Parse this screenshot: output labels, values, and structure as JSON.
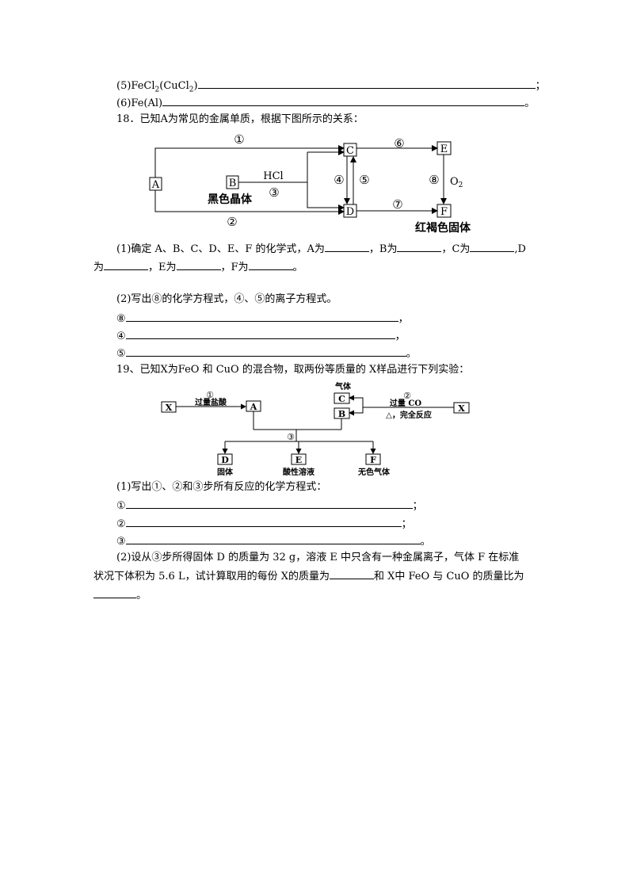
{
  "q17": {
    "item5_prefix": "(5)FeCl",
    "item5_sub1": "2",
    "item5_mid": "(CuCl",
    "item5_sub2": "2",
    "item5_close": ")",
    "item5_end": "；",
    "item6_label": "(6)Fe(Al)",
    "item6_end": "。"
  },
  "q18": {
    "stem": "18．已知A为常见的金属单质，根据下图所示的关系：",
    "diagram": {
      "nodes": {
        "A": "A",
        "B": "B",
        "C": "C",
        "D": "D",
        "E": "E",
        "F": "F"
      },
      "step1": "①",
      "step2": "②",
      "step3": "③",
      "step4": "④",
      "step5": "⑤",
      "step6": "⑥",
      "step7": "⑦",
      "step8": "⑧",
      "reagent_hcl": "HCl",
      "reagent_o2": "O",
      "reagent_o2_sub": "2",
      "b_label": "黑色晶体",
      "f_label": "红褐色固体"
    },
    "sub1_line1": {
      "t1": "(1)确定 A、B、C、D、E、F 的化学式，A为",
      "t2": "，B为",
      "t3": "，C为",
      "t4": ",D"
    },
    "sub1_line2": {
      "t1": "为",
      "t2": "，E为",
      "t3": "，F为",
      "t4": "。"
    },
    "sub2": "(2)写出⑧的化学方程式，④、⑤的离子方程式。",
    "ans8": "⑧",
    "ans8_end": "，",
    "ans4": "④",
    "ans4_end": "，",
    "ans5": "⑤",
    "ans5_end": "。"
  },
  "q19": {
    "stem": "19、已知X为FeO 和 CuO 的混合物，取两份等质量的 X样品进行下列实验：",
    "diagram": {
      "x_left": "X",
      "x_right": "X",
      "A": "A",
      "B": "B",
      "C": "C",
      "D": "D",
      "E": "E",
      "F": "F",
      "step1": "①",
      "step1_label": "过量盐酸",
      "step2": "②",
      "step2_label": "过量 CO",
      "step2_cond": "△，完全反应",
      "gas_label": "气体",
      "step3": "③",
      "d_label": "固体",
      "e_label": "酸性溶液",
      "f_label": "无色气体"
    },
    "sub1": "(1)写出①、②和③步所有反应的化学方程式：",
    "ans1": "①",
    "ans1_end": "；",
    "ans2": "②",
    "ans2_end": "；",
    "ans3": "③",
    "ans3_end": "。",
    "sub2_line1": "(2)设从③步所得固体 D 的质量为 32 g，溶液 E 中只含有一种金属离子，气体 F 在标准",
    "sub2_line2_a": "状况下体积为 5.6 L，试计算取用的每份 X的质量为",
    "sub2_line2_b": "和 X中 FeO 与 CuO 的质量比为",
    "sub2_line3_end": "。"
  }
}
